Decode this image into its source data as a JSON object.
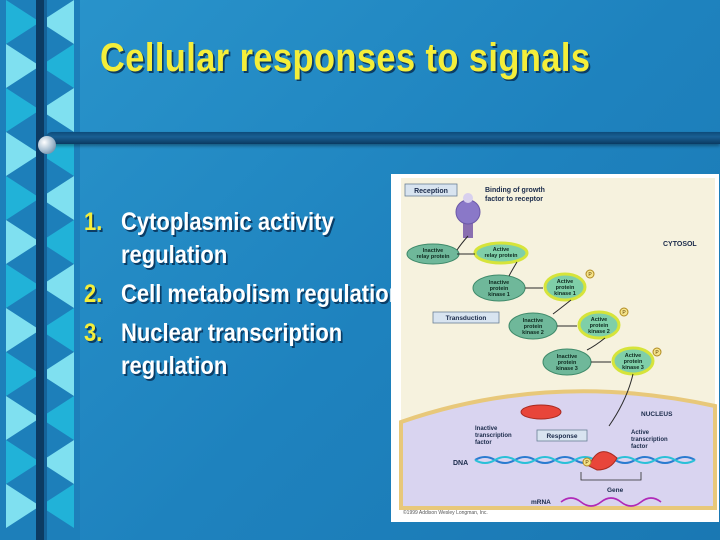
{
  "slide": {
    "title": "Cellular responses to signals",
    "items": [
      {
        "num": "1.",
        "text": "Cytoplasmic activity regulation"
      },
      {
        "num": "2.",
        "text": "Cell metabolism regulation"
      },
      {
        "num": "3.",
        "text": "Nuclear transcription regulation"
      }
    ]
  },
  "figure": {
    "reception": "Reception",
    "binding": "Binding of growth factor to receptor",
    "cytosol": "CYTOSOL",
    "inactive_relay": "Inactive relay protein",
    "active_relay": "Active relay protein",
    "inactive_k1": "Inactive protein kinase 1",
    "active_k1": "Active protein kinase 1",
    "transduction": "Transduction",
    "inactive_k2": "Inactive protein kinase 2",
    "active_k2": "Active protein kinase 2",
    "inactive_k3": "Inactive protein kinase 3",
    "active_k3": "Active protein kinase 3",
    "p": "P",
    "nucleus": "NUCLEUS",
    "inactive_tf": "Inactive transcription factor",
    "response": "Response",
    "active_tf": "Active transcription factor",
    "dna": "DNA",
    "gene": "Gene",
    "mrna": "mRNA",
    "credit": "©1999 Addison Wesley Longman, Inc."
  },
  "colors": {
    "background": "#1f86c0",
    "title": "#f4ee3a",
    "text": "#ffffff",
    "figure_bg": "#f6f2de",
    "nucleus": "#d9d4f0"
  }
}
